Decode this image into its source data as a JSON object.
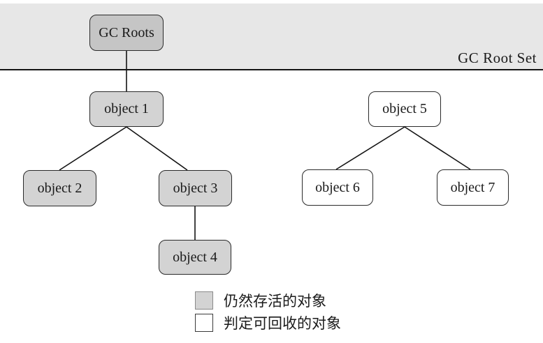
{
  "banner": {
    "root_set_label": "GC Root Set"
  },
  "nodes": [
    {
      "id": "gc-roots",
      "label": "GC Roots",
      "type": "root"
    },
    {
      "id": "object-1",
      "label": "object 1",
      "type": "alive"
    },
    {
      "id": "object-2",
      "label": "object 2",
      "type": "alive"
    },
    {
      "id": "object-3",
      "label": "object 3",
      "type": "alive"
    },
    {
      "id": "object-4",
      "label": "object 4",
      "type": "alive"
    },
    {
      "id": "object-5",
      "label": "object 5",
      "type": "collectable"
    },
    {
      "id": "object-6",
      "label": "object 6",
      "type": "collectable"
    },
    {
      "id": "object-7",
      "label": "object 7",
      "type": "collectable"
    }
  ],
  "edges": [
    {
      "from": "gc-roots",
      "to": "object-1"
    },
    {
      "from": "object-1",
      "to": "object-2"
    },
    {
      "from": "object-1",
      "to": "object-3"
    },
    {
      "from": "object-3",
      "to": "object-4"
    },
    {
      "from": "object-5",
      "to": "object-6"
    },
    {
      "from": "object-5",
      "to": "object-7"
    }
  ],
  "legend": [
    {
      "swatch": "alive",
      "label": "仍然存活的对象"
    },
    {
      "swatch": "collectable",
      "label": "判定可回收的对象"
    }
  ],
  "colors": {
    "banner_bg": "#e7e7e7",
    "root_fill": "#c5c5c5",
    "alive_fill": "#d3d3d3",
    "collectable_fill": "#ffffff",
    "line": "#141414"
  }
}
